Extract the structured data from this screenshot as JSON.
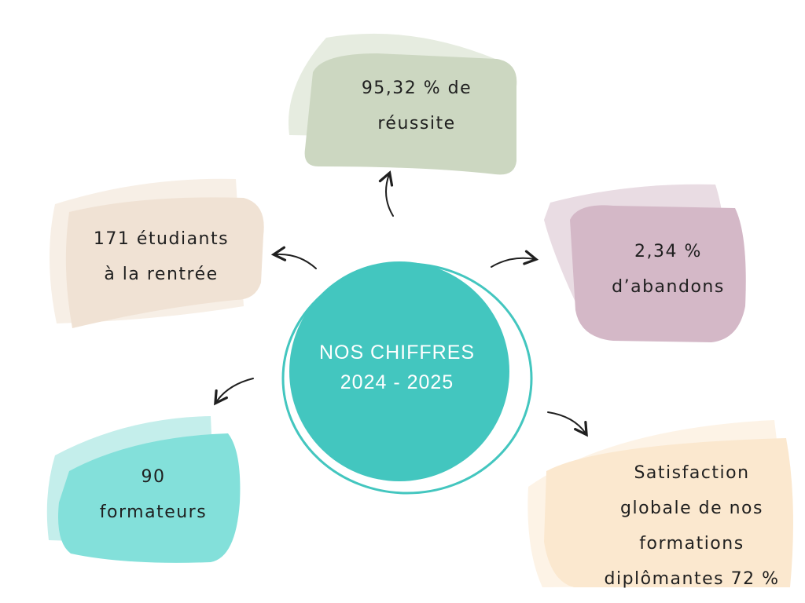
{
  "center": {
    "title_line1": "NOS CHIFFRES",
    "title_line2": "2024 - 2025",
    "fill_color": "#43c6bf",
    "ring_color": "#43c6bf"
  },
  "stats": {
    "success": {
      "line1": "95,32 % de",
      "line2": "réussite",
      "color": "#ccd7c1",
      "shadow_color": "#e6ece0"
    },
    "dropout": {
      "line1": "2,34 %",
      "line2": "d’abandons",
      "color": "#d4b8c7",
      "shadow_color": "#e9dce3"
    },
    "students": {
      "line1": "171 étudiants",
      "line2": "à la rentrée",
      "color": "#f0e2d4",
      "shadow_color": "#f7efe6"
    },
    "trainers": {
      "line1": "90",
      "line2": "formateurs",
      "color": "#83e0da",
      "shadow_color": "#c4eeeb"
    },
    "satisfaction": {
      "line1": "Satisfaction",
      "line2": "globale de nos",
      "line3": "formations",
      "line4": "diplômantes 72 %",
      "color": "#fbe8cf",
      "shadow_color": "#fdf3e6"
    }
  }
}
